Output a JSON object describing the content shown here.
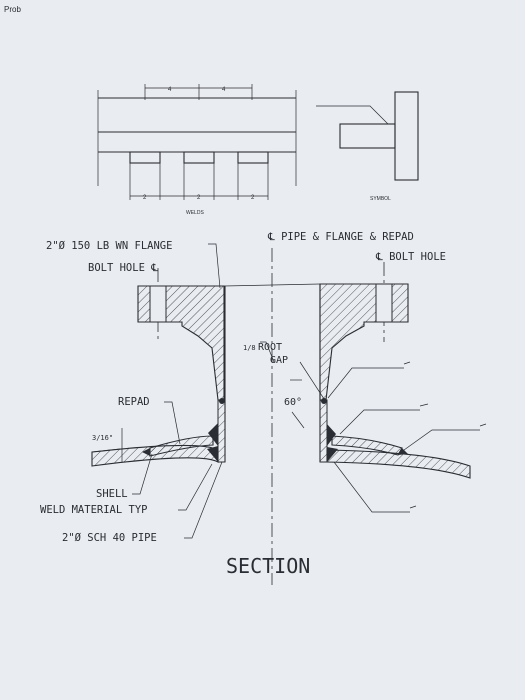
{
  "corner_text": "Prob",
  "top_view": {
    "dims_top": [
      "4",
      "4"
    ],
    "dims_bottom": [
      "2",
      "2",
      "2"
    ],
    "caption": "WELDS"
  },
  "symbol_caption": "SYMBOL",
  "labels": {
    "flange": "2\"Ø 150 LB WN FLANGE",
    "bolt_hole_left": "BOLT HOLE ℄",
    "pipe_flange_repad": "℄ PIPE & FLANGE & REPAD",
    "bolt_hole_right": "℄ BOLT HOLE",
    "root_gap_frac": "1/8",
    "root_gap_1": "ROOT",
    "root_gap_2": "GAP",
    "angle": "60°",
    "repad": "REPAD",
    "repad_thk": "3/16\"",
    "shell": "SHELL",
    "weld_material": "WELD MATERIAL TYP",
    "pipe": "2\"Ø SCH 40 PIPE"
  },
  "title": "SECTION"
}
